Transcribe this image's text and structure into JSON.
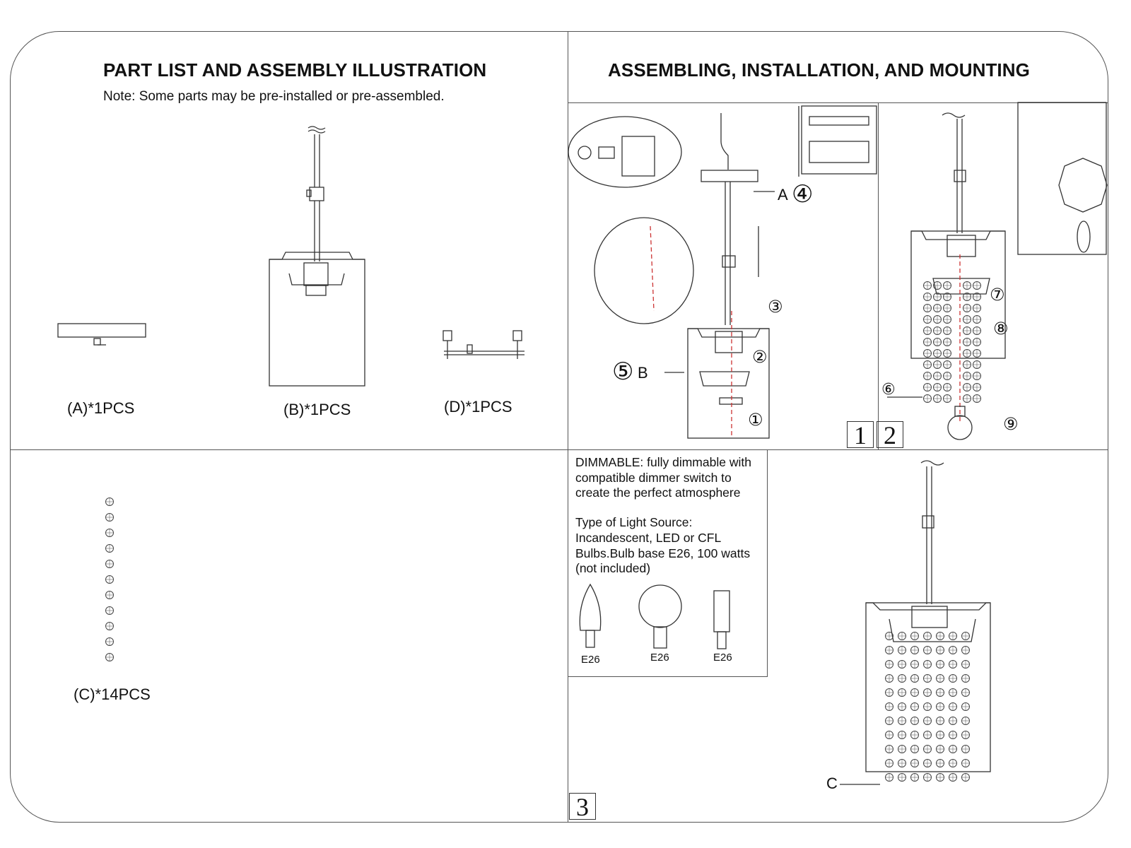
{
  "left": {
    "title": "PART LIST AND ASSEMBLY ILLUSTRATION",
    "note": "Note: Some parts may be pre-installed or pre-assembled.",
    "parts": [
      {
        "label": "(A)*1PCS"
      },
      {
        "label": "(B)*1PCS"
      },
      {
        "label": "(D)*1PCS"
      },
      {
        "label": "(C)*14PCS"
      }
    ]
  },
  "right": {
    "title": "ASSEMBLING, INSTALLATION, AND MOUNTING",
    "panel_numbers": [
      "1",
      "2",
      "3"
    ],
    "callouts": {
      "A": "A",
      "B": "B",
      "C": "C",
      "step4": "④",
      "step5": "⑤",
      "step1": "①",
      "step2": "②",
      "step3": "③",
      "step6": "⑥",
      "step7": "⑦",
      "step8": "⑧",
      "step9": "⑨"
    },
    "info": {
      "dimmable": "DIMMABLE: fully dimmable with compatible dimmer switch to create the perfect atmosphere",
      "light_source_heading": "Type of Light Source:",
      "light_source_text": "Incandescent, LED or CFL Bulbs.Bulb base E26, 100 watts (not included)",
      "bulbs": [
        {
          "base": "E26",
          "icon": "candle-bulb-icon"
        },
        {
          "base": "E26",
          "icon": "globe-bulb-icon"
        },
        {
          "base": "E26",
          "icon": "tube-bulb-icon"
        }
      ]
    }
  }
}
